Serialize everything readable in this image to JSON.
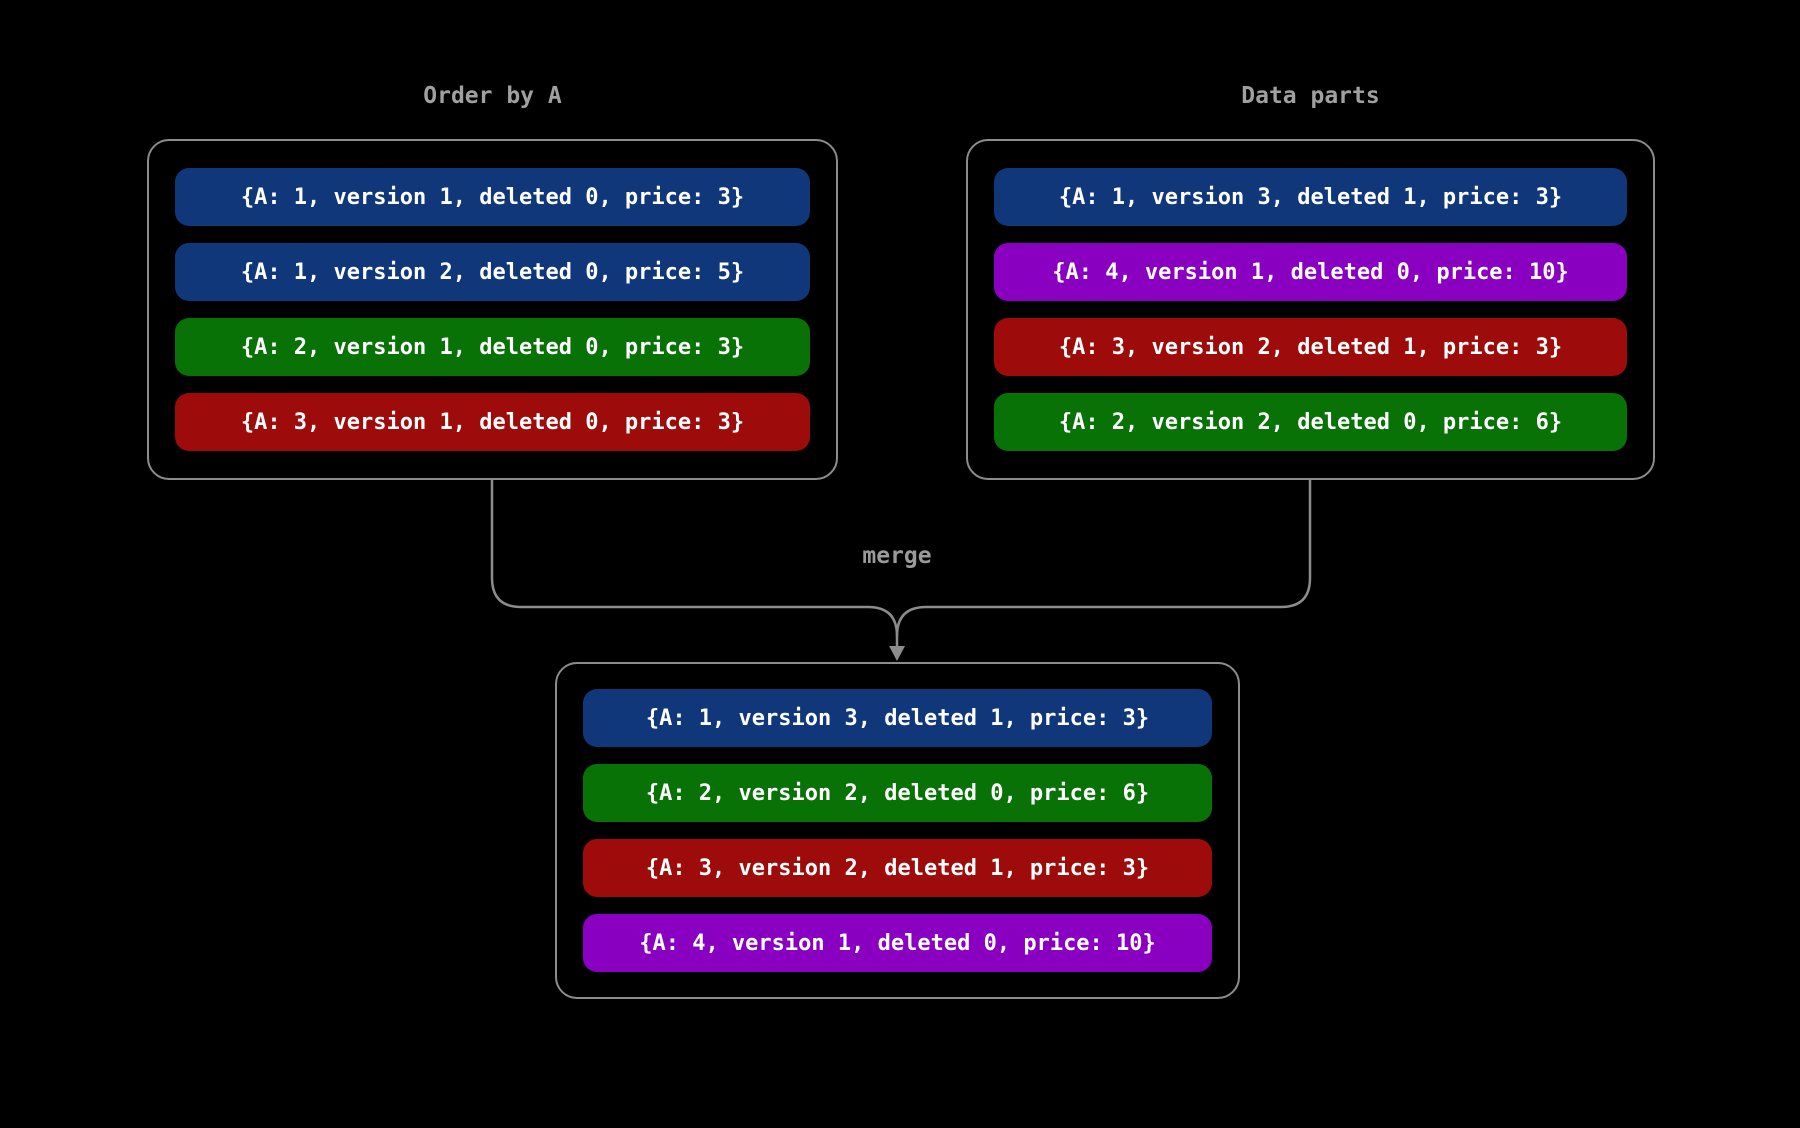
{
  "diagram": {
    "background": "#000000",
    "box_border_color": "#8c8c8c",
    "connector_color": "#8c8c8c",
    "title_color": "#a0a0a0",
    "row_text_color": "#ffffff",
    "merge_label": "merge",
    "palette": {
      "blue": "#103779",
      "green": "#087207",
      "red": "#9d0b0b",
      "purple": "#8a00c0"
    },
    "boxes": [
      {
        "title": "Order by A",
        "rows": [
          {
            "color_name": "blue",
            "bg": "#103779",
            "text": "{A: 1, version 1, deleted 0, price: 3}"
          },
          {
            "color_name": "blue",
            "bg": "#103779",
            "text": "{A: 1, version 2, deleted 0, price: 5}"
          },
          {
            "color_name": "green",
            "bg": "#087207",
            "text": "{A: 2, version 1, deleted 0, price: 3}"
          },
          {
            "color_name": "red",
            "bg": "#9d0b0b",
            "text": "{A: 3, version 1, deleted 0, price: 3}"
          }
        ]
      },
      {
        "title": "Data parts",
        "rows": [
          {
            "color_name": "blue",
            "bg": "#103779",
            "text": "{A: 1, version 3, deleted 1, price: 3}"
          },
          {
            "color_name": "purple",
            "bg": "#8a00c0",
            "text": "{A: 4, version 1, deleted 0, price: 10}"
          },
          {
            "color_name": "red",
            "bg": "#9d0b0b",
            "text": "{A: 3, version 2, deleted 1, price: 3}"
          },
          {
            "color_name": "green",
            "bg": "#087207",
            "text": "{A: 2, version 2, deleted 0, price: 6}"
          }
        ]
      },
      {
        "title": "",
        "rows": [
          {
            "color_name": "blue",
            "bg": "#103779",
            "text": "{A: 1, version 3, deleted 1, price: 3}"
          },
          {
            "color_name": "green",
            "bg": "#087207",
            "text": "{A: 2, version 2, deleted 0, price: 6}"
          },
          {
            "color_name": "red",
            "bg": "#9d0b0b",
            "text": "{A: 3, version 2, deleted 1, price: 3}"
          },
          {
            "color_name": "purple",
            "bg": "#8a00c0",
            "text": "{A: 4, version 1, deleted 0, price: 10}"
          }
        ]
      }
    ]
  }
}
